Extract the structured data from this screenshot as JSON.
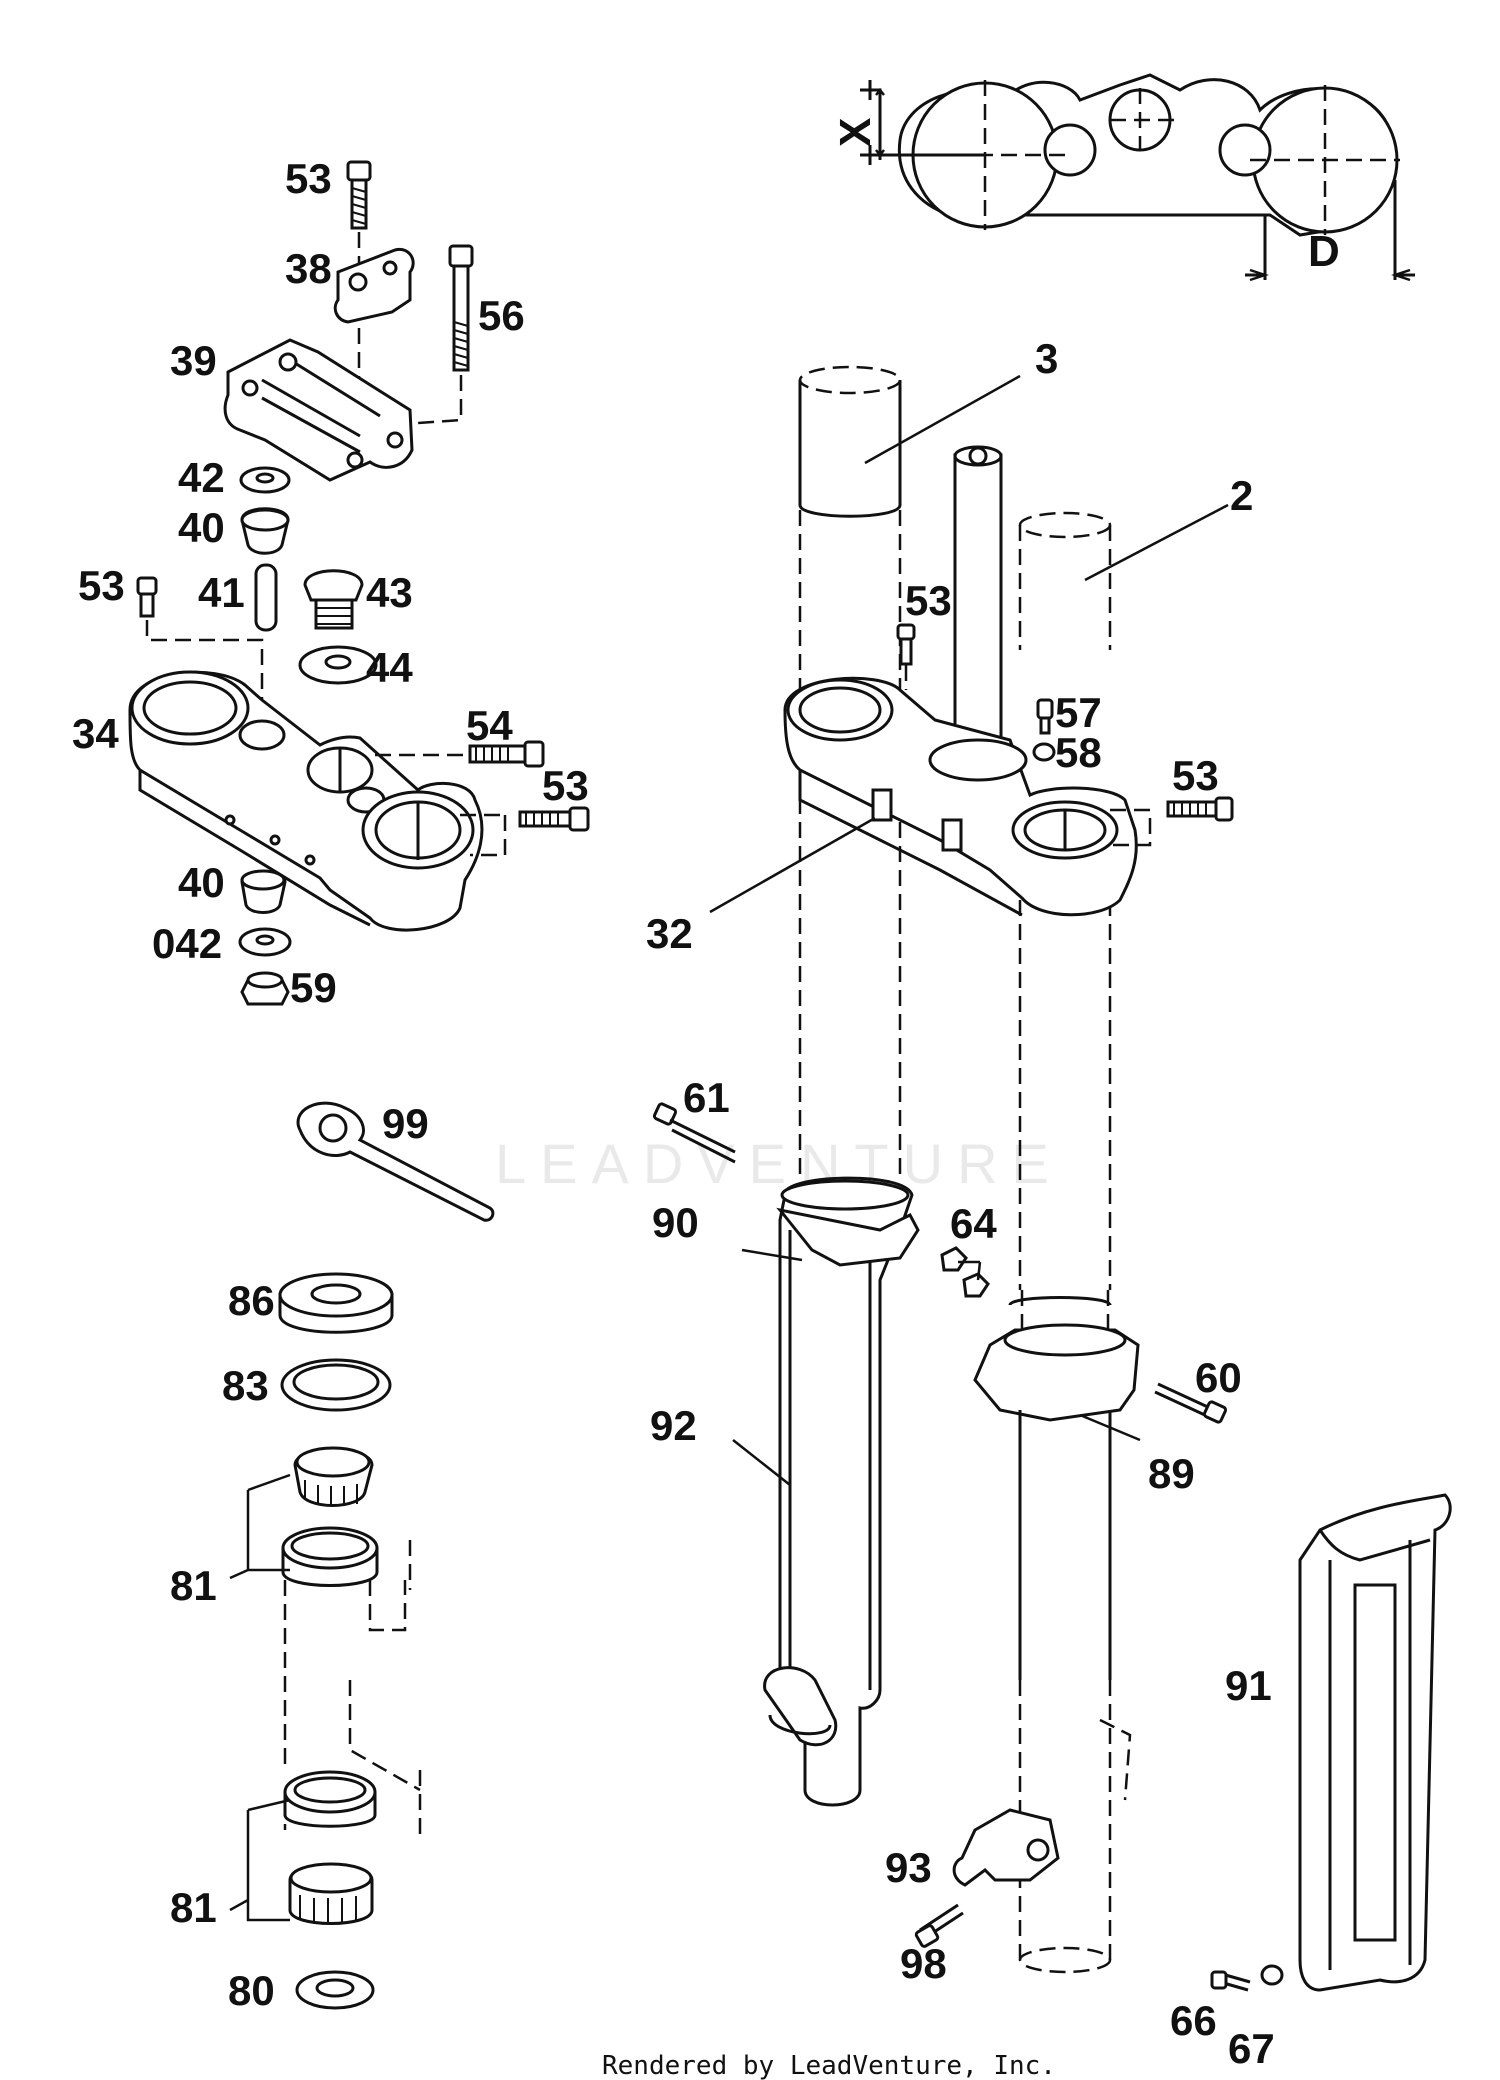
{
  "dimensions": {
    "x": "X",
    "d": "D"
  },
  "labels": {
    "l53_top": "53",
    "l38": "38",
    "l56": "56",
    "l39": "39",
    "l42": "42",
    "l40_top": "40",
    "l53_left": "53",
    "l41": "41",
    "l43": "43",
    "l44": "44",
    "l34": "34",
    "l54": "54",
    "l53_mid": "53",
    "l40_low": "40",
    "l042": "042",
    "l59": "59",
    "l99": "99",
    "l86": "86",
    "l83": "83",
    "l81_top": "81",
    "l81_bot": "81",
    "l80": "80",
    "l3": "3",
    "l2": "2",
    "l53_stem": "53",
    "l57": "57",
    "l58": "58",
    "l53_right": "53",
    "l32": "32",
    "l61": "61",
    "l90": "90",
    "l64": "64",
    "l60": "60",
    "l92": "92",
    "l89": "89",
    "l91": "91",
    "l93": "93",
    "l98": "98",
    "l66": "66",
    "l67": "67"
  },
  "watermark": "LEADVENTURE",
  "footer": "Rendered by LeadVenture, Inc."
}
